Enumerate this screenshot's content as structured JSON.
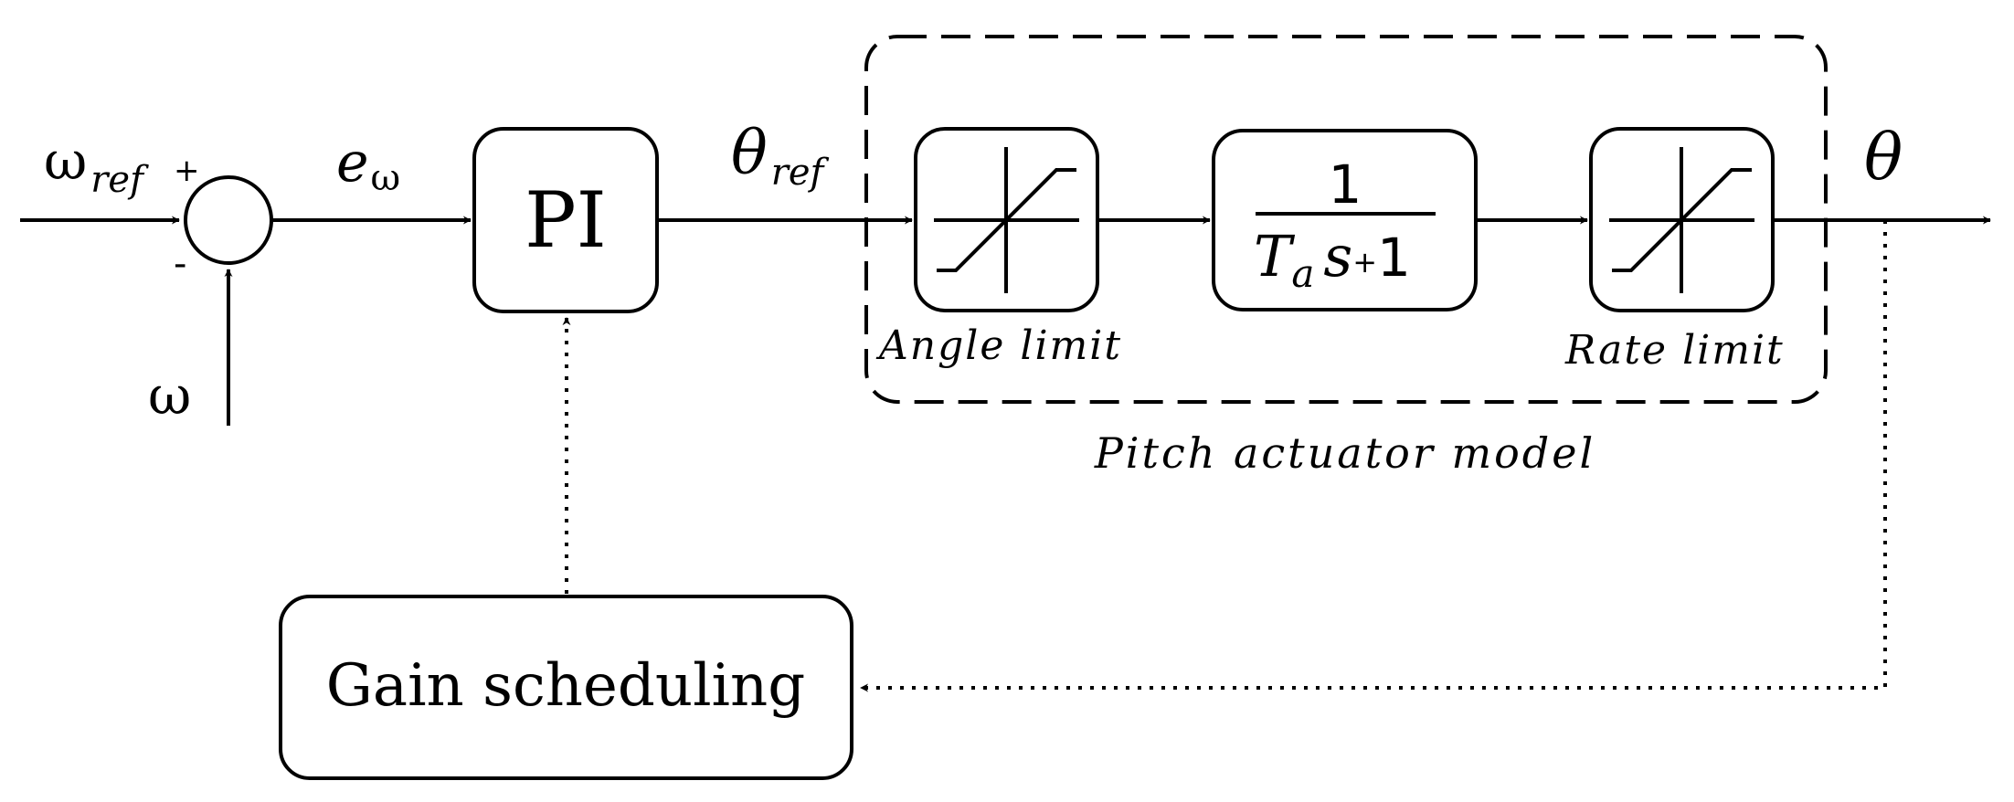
{
  "signals": {
    "omega_ref": {
      "base": "ω",
      "sub": "ref"
    },
    "plus": "+",
    "minus": "-",
    "omega": "ω",
    "error": {
      "base": "e",
      "sub": "ω"
    },
    "theta_ref": {
      "base": "θ",
      "sub": "ref"
    },
    "theta": "θ"
  },
  "blocks": {
    "pi": "PI",
    "transfer_function": {
      "numerator": "1",
      "denominator_base": "T",
      "denominator_sub": "a",
      "denominator_s": "s",
      "denominator_plus": "+",
      "denominator_one": "1"
    },
    "gain_scheduling": "Gain scheduling"
  },
  "captions": {
    "angle_limit": "Angle limit",
    "rate_limit": "Rate limit",
    "pitch_actuator_model": "Pitch actuator model"
  }
}
